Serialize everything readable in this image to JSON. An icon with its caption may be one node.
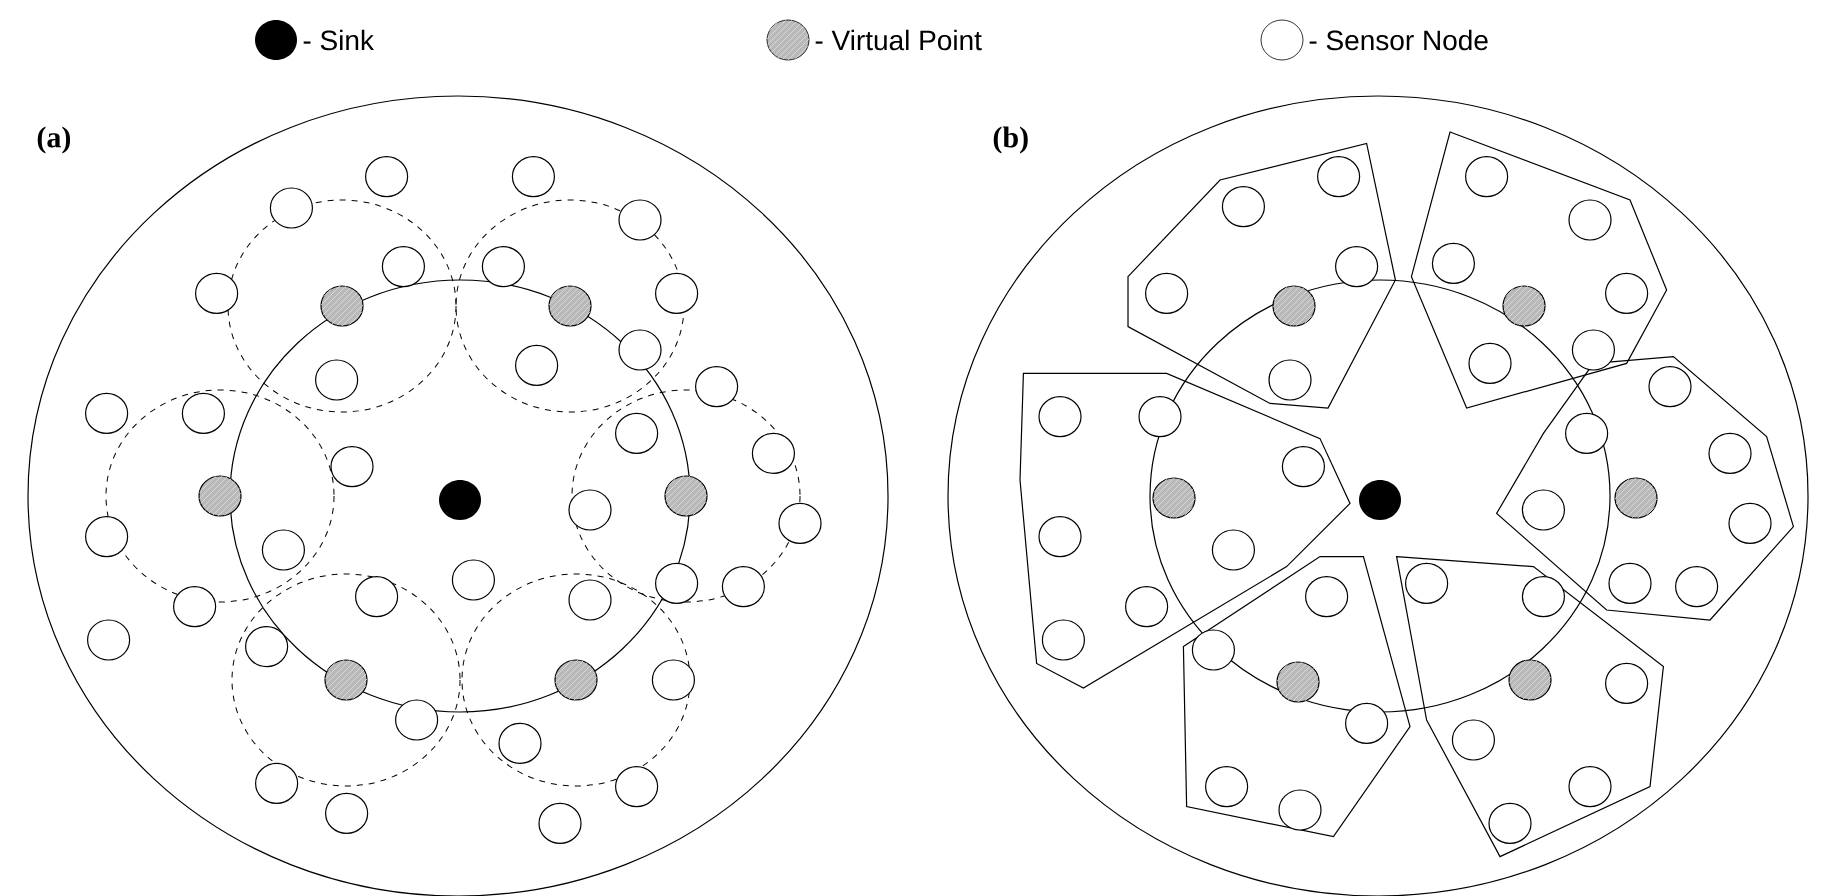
{
  "diagram": {
    "labels": [
      "(a)",
      "(b)"
    ],
    "legend": [
      {
        "text": "- Sink",
        "color": "#000000"
      },
      {
        "text": "- Virtual Point"
      },
      {
        "text": "- Sensor Node"
      }
    ]
  }
}
